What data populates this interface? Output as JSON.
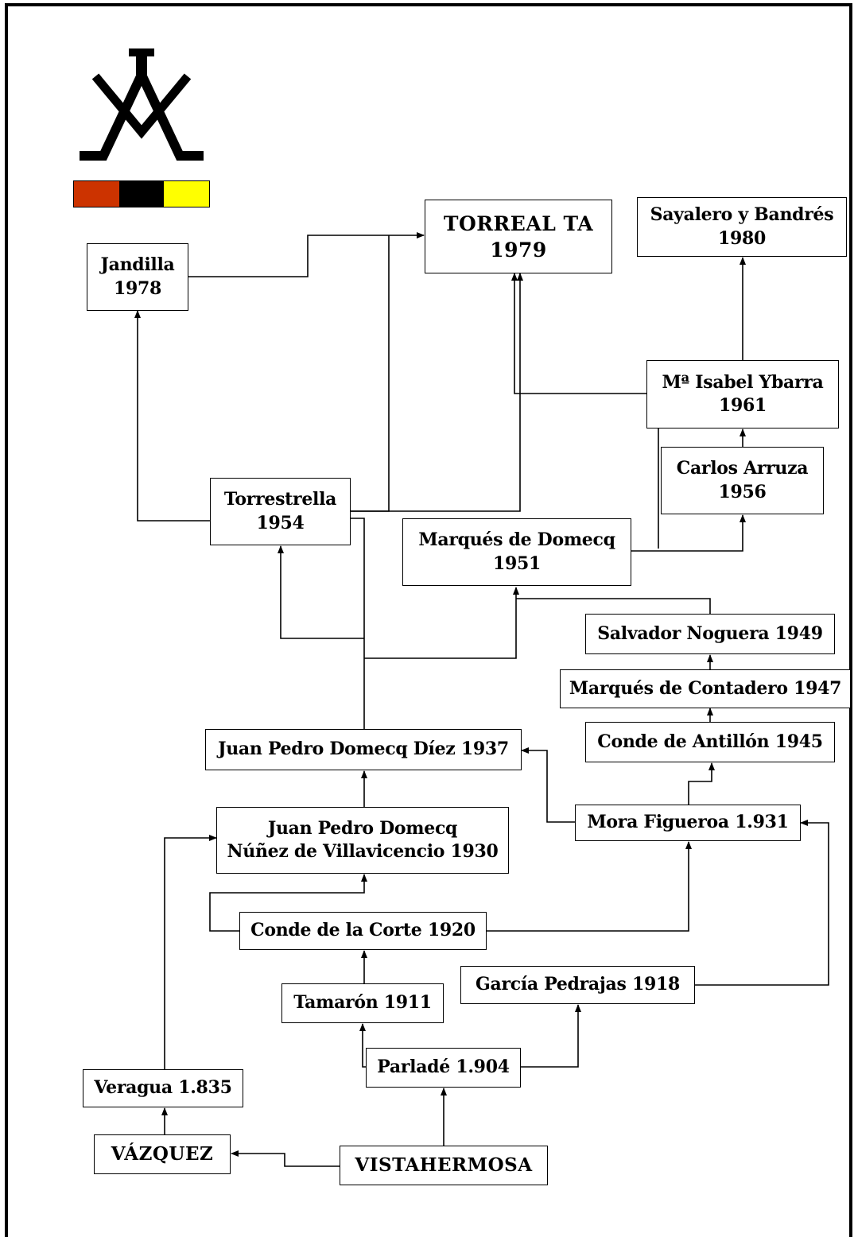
{
  "logo": {
    "icon": "compass-square-logo",
    "colors": [
      "#cc3300",
      "#000000",
      "#ffff00"
    ]
  },
  "nodes": {
    "torrealta": "TORREAL TA\n1979",
    "sayalero": "Sayalero y Bandrés\n1980",
    "jandilla": "Jandilla\n1978",
    "ybarra": "Mª Isabel Ybarra\n1961",
    "arruza": "Carlos Arruza\n1956",
    "torrestrella": "Torrestrella\n1954",
    "marques_domecq": "Marqués de Domecq\n1951",
    "noguera": "Salvador Noguera 1949",
    "contadero": "Marqués de Contadero 1947",
    "jp_domecq_diez": "Juan Pedro Domecq Díez 1937",
    "antillon": "Conde de Antillón 1945",
    "jp_domecq_nunez": "Juan Pedro Domecq\nNúñez de Villavicencio 1930",
    "mora": "Mora Figueroa 1.931",
    "corte": "Conde de la Corte 1920",
    "pedrajas": "García Pedrajas 1918",
    "tamaron": "Tamarón 1911",
    "parlade": "Parladé 1.904",
    "veragua": "Veragua 1.835",
    "vazquez": "VÁZQUEZ",
    "vistahermosa": "VISTAHERMOSA"
  }
}
